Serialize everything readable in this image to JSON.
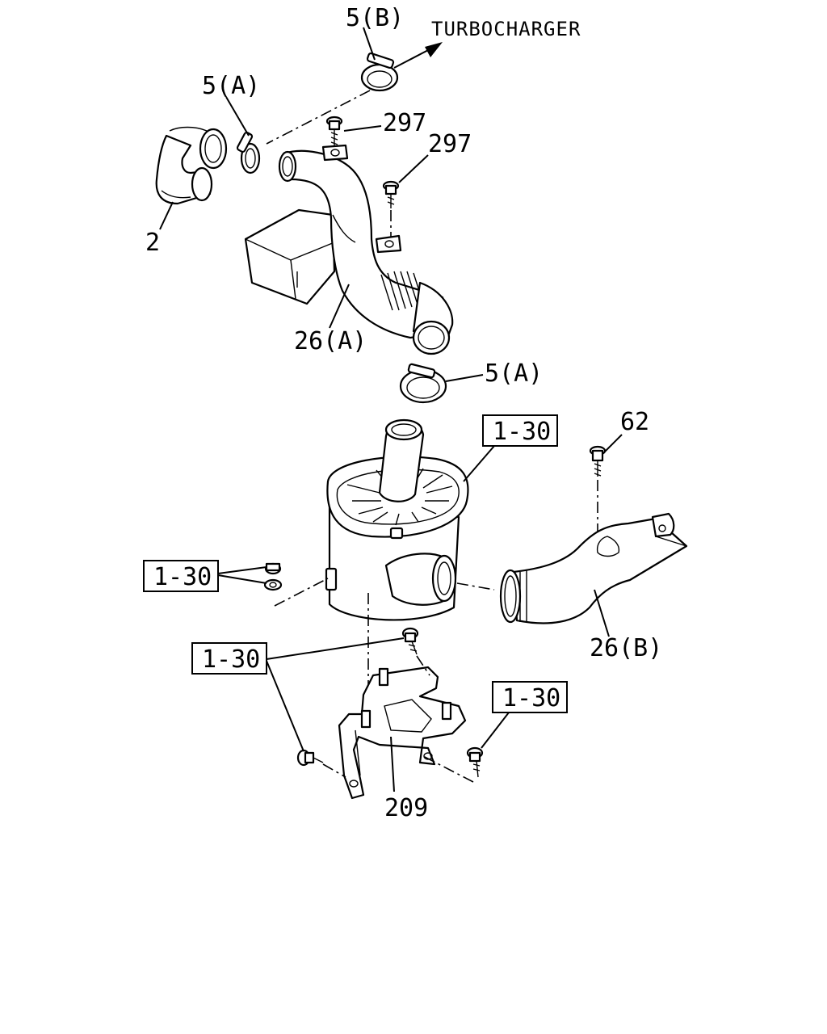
{
  "diagram": {
    "direction_label": "TURBOCHARGER",
    "labels": {
      "clamp_5b": "5(B)",
      "clamp_5a_top": "5(A)",
      "clamp_5a_bottom": "5(A)",
      "hose_2": "2",
      "bolt_297_a": "297",
      "bolt_297_b": "297",
      "duct_26a": "26(A)",
      "bolt_62": "62",
      "duct_26b": "26(B)",
      "bracket_209": "209"
    },
    "refs": {
      "ref_air_cleaner": "1-30",
      "ref_left_nut": "1-30",
      "ref_bracket_bolt": "1-30",
      "ref_right_bolt": "1-30"
    }
  }
}
